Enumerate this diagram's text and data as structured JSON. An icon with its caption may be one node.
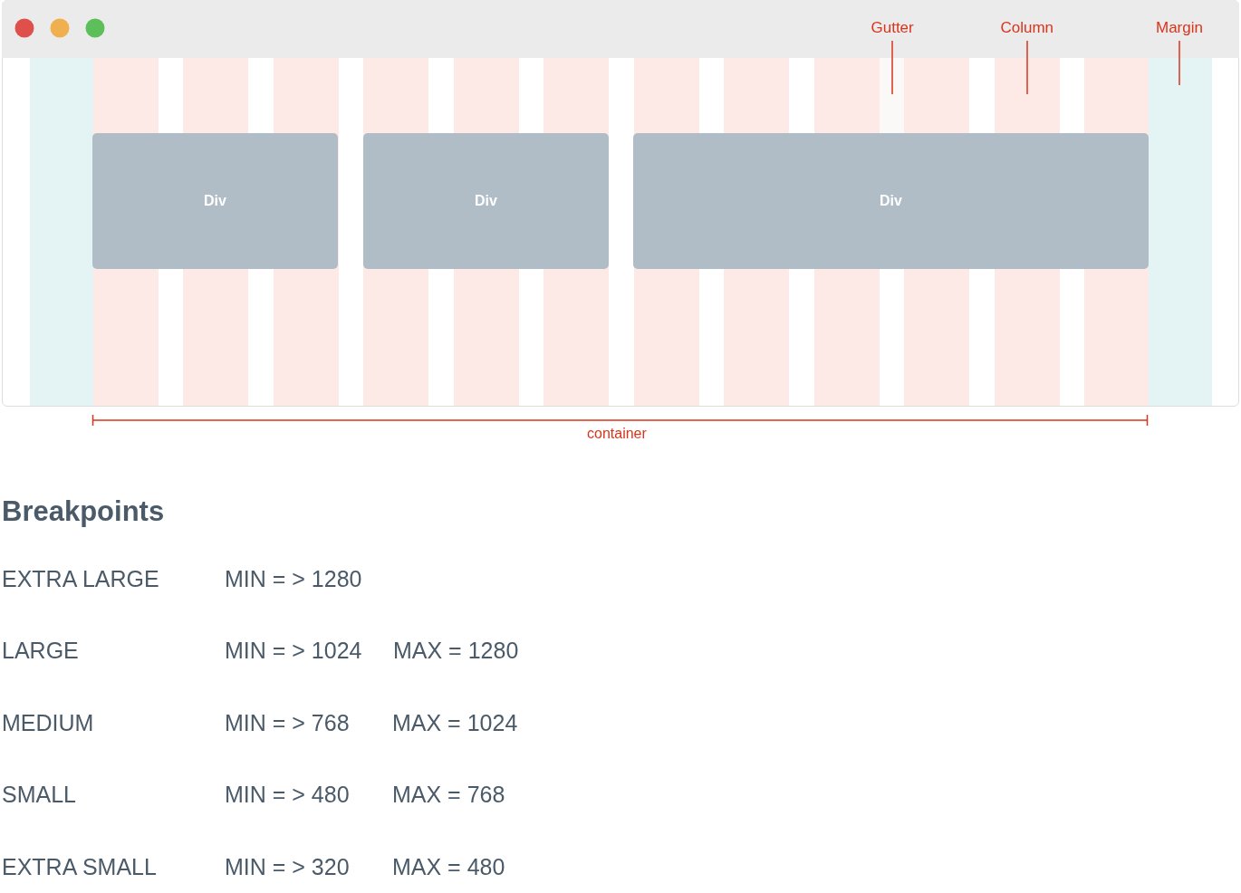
{
  "diagram": {
    "nodes": [
      {
        "text": [
          "Div"
        ]
      },
      {
        "text": [
          "Div"
        ]
      },
      {
        "text": [
          "Div"
        ]
      },
      {
        "text": [
          "Gutter"
        ]
      },
      {
        "text": [
          "Column"
        ]
      },
      {
        "text": [
          "Margin"
        ]
      },
      {
        "text": [],
        "shape": "bar"
      },
      {
        "text": [],
        "shape": "bar"
      },
      {
        "text": [],
        "shape": "bar"
      },
      {
        "text": [],
        "shape": "bar"
      }
    ],
    "edges": [
      {
        "from": 3,
        "to": 7,
        "arrow": "none"
      },
      {
        "from": 4,
        "to": 8,
        "arrow": "none"
      },
      {
        "from": 5,
        "to": 9,
        "arrow": "none"
      }
    ],
    "labels": [
      "container",
      "Breakpoints",
      "EXTRA LARGE",
      "MIN = > 1280",
      "LARGE",
      "MIN = > 1024",
      "MAX = 1280",
      "MEDIUM",
      "MIN = > 768",
      "MAX = 1024",
      "SMALL",
      "MIN = > 480",
      "MAX = 768",
      "EXTRA SMALL",
      "MIN = > 320",
      "MAX = 480"
    ]
  }
}
